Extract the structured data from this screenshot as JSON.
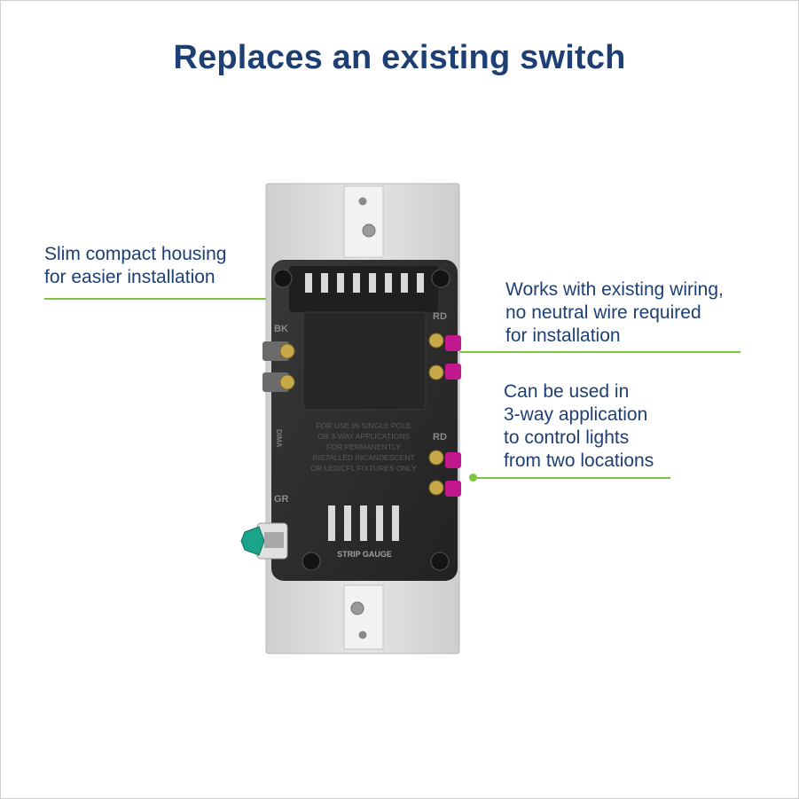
{
  "title": "Replaces an existing switch",
  "callouts": {
    "housing": [
      "Slim compact housing",
      "for easier installation"
    ],
    "wiring": [
      "Works with existing wiring,",
      "no neutral wire required",
      "for installation"
    ],
    "threeway": [
      "Can be used in",
      "3-way application",
      "to control lights",
      "from two locations"
    ]
  },
  "device_labels": {
    "bk": "BK",
    "rd_top": "RD",
    "rd_bottom": "RD",
    "gr": "GR",
    "brand_vertical": "DIMA",
    "strip_gauge": "STRIP GAUGE",
    "body_text": [
      "FOR USE IN SINGLE POLE",
      "OR 3-WAY APPLICATIONS",
      "FOR PERMANENTLY",
      "INSTALLED INCANDESCENT",
      "OR LED/CFL FIXTURES ONLY"
    ]
  },
  "colors": {
    "title": "#1d3f73",
    "accent_line": "#7ec340",
    "housing": "#2b2b2b",
    "strap": "#d9d9d9",
    "ground_screw": "#1aa58a",
    "traveler_screw": "#c2188e"
  }
}
